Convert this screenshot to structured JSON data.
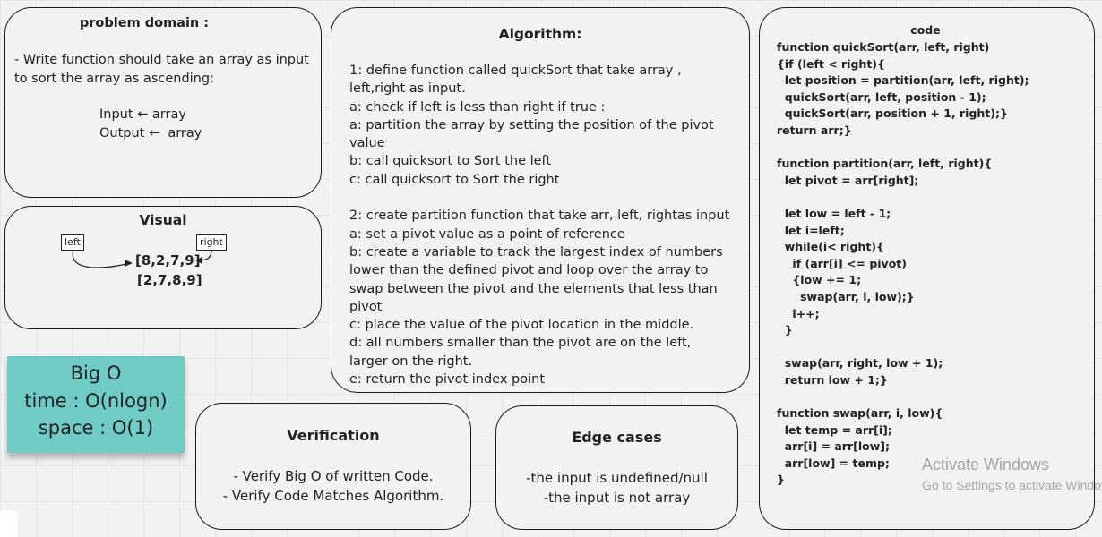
{
  "problem_domain": {
    "title": "problem domain :",
    "description": "- Write function should take an array as input to sort the array as ascending:",
    "input": "Input ← array",
    "output": "Output ←  array"
  },
  "visual": {
    "title": "Visual",
    "left_tag": "left",
    "right_tag": "right",
    "array_before": "[8,2,7,9]",
    "array_after": "[2,7,8,9]"
  },
  "algorithm": {
    "title": "Algorithm:",
    "lines": [
      "1: define function called quickSort that take array , left,right as input.",
      "a: check if left is less than right if true :",
      "a: partition the array by setting the position of the pivot value",
      "b: call quicksort to Sort the left",
      "c: call quicksort to Sort the right",
      "",
      "2: create partition function that take arr, left, rightas input",
      "a: set a pivot value as a point of reference",
      "b: create a variable to track the largest index of numbers lower than the defined pivot and loop over the array to swap between the pivot and the elements that less than pivot",
      "c: place the value of the pivot location in the middle.",
      "d: all numbers smaller than the pivot are on the left, larger on the right.",
      "e: return the pivot index point"
    ]
  },
  "big_o": {
    "title": "Big O",
    "time": "time : O(nlogn)",
    "space": "space : O(1)"
  },
  "verification": {
    "title": "Verification",
    "lines": [
      "- Verify Big O of written Code.",
      "- Verify Code Matches Algorithm."
    ]
  },
  "edge_cases": {
    "title": "Edge cases",
    "lines": [
      "-the input is undefined/null",
      "-the input is not array"
    ]
  },
  "code": {
    "title": "code",
    "lines": [
      "function quickSort(arr, left, right)",
      "{if (left < right){",
      "  let position = partition(arr, left, right);",
      "  quickSort(arr, left, position - 1);",
      "  quickSort(arr, position + 1, right);}",
      "return arr;}",
      "",
      "function partition(arr, left, right){",
      "  let pivot = arr[right];",
      "",
      "  let low = left - 1;",
      "  let i=left;",
      "  while(i< right){",
      "    if (arr[i] <= pivot)",
      "    {low += 1;",
      "      swap(arr, i, low);}",
      "    i++;",
      "  }",
      "",
      "  swap(arr, right, low + 1);",
      "  return low + 1;}",
      "",
      "function swap(arr, i, low){",
      "  let temp = arr[i];",
      "  arr[i] = arr[low];",
      "  arr[low] = temp;",
      "}"
    ]
  },
  "watermark": {
    "title": "Activate Windows",
    "subtitle": "Go to Settings to activate Windows."
  },
  "colors": {
    "sticky_note": "#6fcbc4",
    "board_background": "#f2f2f2",
    "border": "#1a1a1a"
  }
}
